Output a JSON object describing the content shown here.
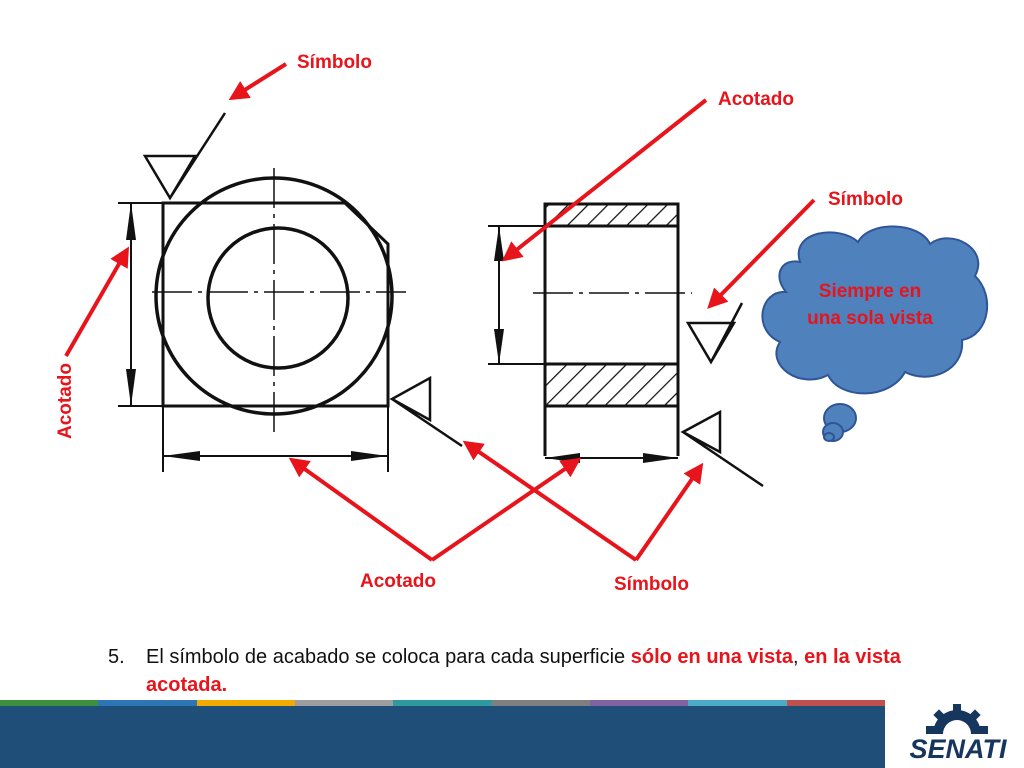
{
  "labels": {
    "simbolo_top": "Símbolo",
    "acotado_top": "Acotado",
    "simbolo_right": "Símbolo",
    "acotado_left": "Acotado",
    "acotado_bottom": "Acotado",
    "simbolo_bottom": "Símbolo"
  },
  "bubble": {
    "text": "Siempre en una sola vista"
  },
  "caption": {
    "number": "5.",
    "text_plain": "El símbolo de acabado se coloca para cada superficie ",
    "text_highlight_1": "sólo en una vista",
    "text_comma": ", ",
    "text_highlight_2": "en la vista acotada."
  },
  "logo": {
    "text": "SENATI"
  },
  "colors": {
    "accent_red": "#e8141b",
    "bubble_fill": "#4f81bd",
    "bubble_stroke": "#2f5597",
    "footer_band": "#1f4e79",
    "logo_blue": "#17365d",
    "stripe": [
      "#3e8e41",
      "#2e75b6",
      "#f2a900",
      "#9e9e9e",
      "#2e9aa0",
      "#7f7f7f",
      "#8064a2",
      "#4bacc6",
      "#c0504d"
    ]
  }
}
